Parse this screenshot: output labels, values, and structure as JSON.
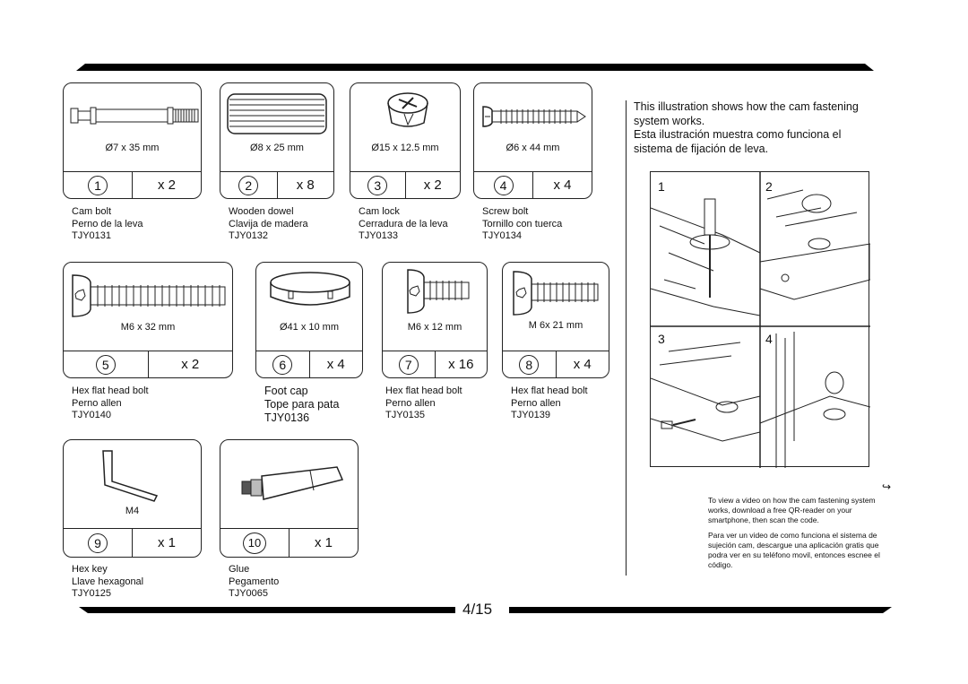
{
  "page": {
    "number": "4/15"
  },
  "parts": [
    {
      "num": "1",
      "qty": "x 2",
      "dim": "Ø7 x 35 mm",
      "name_en": "Cam bolt",
      "name_es": "Perno de la leva",
      "code": "TJY0131"
    },
    {
      "num": "2",
      "qty": "x 8",
      "dim": "Ø8 x 25 mm",
      "name_en": "Wooden dowel",
      "name_es": "Clavija de madera",
      "code": "TJY0132"
    },
    {
      "num": "3",
      "qty": "x 2",
      "dim": "Ø15 x 12.5 mm",
      "name_en": "Cam lock",
      "name_es": "Cerradura de la leva",
      "code": "TJY0133"
    },
    {
      "num": "4",
      "qty": "x 4",
      "dim": "Ø6 x 44 mm",
      "name_en": "Screw bolt",
      "name_es": "Tornillo con tuerca",
      "code": "TJY0134"
    },
    {
      "num": "5",
      "qty": "x 2",
      "dim": "M6 x 32 mm",
      "name_en": "Hex flat head bolt",
      "name_es": "Perno allen",
      "code": "TJY0140"
    },
    {
      "num": "6",
      "qty": "x 4",
      "dim": "Ø41 x 10 mm",
      "name_en": "Foot cap",
      "name_es": "Tope para pata",
      "code": "TJY0136"
    },
    {
      "num": "7",
      "qty": "x 16",
      "dim": "M6 x 12 mm",
      "name_en": "Hex flat head bolt",
      "name_es": "Perno allen",
      "code": "TJY0135"
    },
    {
      "num": "8",
      "qty": "x 4",
      "dim": "M 6x 21 mm",
      "name_en": "Hex flat head bolt",
      "name_es": "Perno allen",
      "code": "TJY0139"
    },
    {
      "num": "9",
      "qty": "x 1",
      "dim": "M4",
      "name_en": "Hex key",
      "name_es": "Llave hexagonal",
      "code": "TJY0125"
    },
    {
      "num": "10",
      "qty": "x 1",
      "dim": "",
      "name_en": "Glue",
      "name_es": "Pegamento",
      "code": "TJY0065"
    }
  ],
  "intro": {
    "en": "This illustration shows how the cam fastening system works.",
    "es": "Esta ilustración muestra como funciona el sistema de fijación de leva."
  },
  "steps": [
    "1",
    "2",
    "3",
    "4"
  ],
  "video": {
    "en": "To view a video on how the cam fastening system works, download a free QR-reader on your smartphone, then scan the code.",
    "es": "Para ver un video de como funciona el sistema de sujeción cam, descargue una aplicación gratis que podra ver en su teléfono movil, entonces escnee  el código."
  }
}
